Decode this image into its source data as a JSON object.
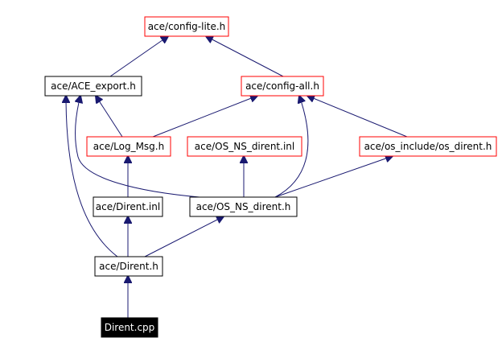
{
  "colors": {
    "edge": "#191970",
    "node_border_default": "#000000",
    "node_border_linked": "#ff0000",
    "node_fill_default": "#ffffff",
    "node_fill_root": "#000000",
    "text_default": "#000000",
    "text_root": "#ffffff"
  },
  "nodes": [
    {
      "id": "config_lite",
      "label": "ace/config-lite.h",
      "style": "linked"
    },
    {
      "id": "ace_export",
      "label": "ace/ACE_export.h",
      "style": "default"
    },
    {
      "id": "config_all",
      "label": "ace/config-all.h",
      "style": "linked"
    },
    {
      "id": "log_msg",
      "label": "ace/Log_Msg.h",
      "style": "linked"
    },
    {
      "id": "os_ns_dirent_inl",
      "label": "ace/OS_NS_dirent.inl",
      "style": "linked"
    },
    {
      "id": "os_dirent",
      "label": "ace/os_include/os_dirent.h",
      "style": "linked"
    },
    {
      "id": "dirent_inl",
      "label": "ace/Dirent.inl",
      "style": "default"
    },
    {
      "id": "os_ns_dirent_h",
      "label": "ace/OS_NS_dirent.h",
      "style": "default"
    },
    {
      "id": "dirent_h",
      "label": "ace/Dirent.h",
      "style": "default"
    },
    {
      "id": "dirent_cpp",
      "label": "Dirent.cpp",
      "style": "root"
    }
  ],
  "edges": [
    {
      "from": "ace_export",
      "to": "config_lite"
    },
    {
      "from": "config_all",
      "to": "config_lite"
    },
    {
      "from": "log_msg",
      "to": "ace_export"
    },
    {
      "from": "log_msg",
      "to": "config_all"
    },
    {
      "from": "os_ns_dirent_h",
      "to": "ace_export"
    },
    {
      "from": "os_ns_dirent_h",
      "to": "config_all"
    },
    {
      "from": "os_dirent",
      "to": "config_all"
    },
    {
      "from": "os_ns_dirent_h",
      "to": "os_ns_dirent_inl"
    },
    {
      "from": "os_ns_dirent_h",
      "to": "os_dirent"
    },
    {
      "from": "dirent_inl",
      "to": "log_msg"
    },
    {
      "from": "dirent_h",
      "to": "dirent_inl"
    },
    {
      "from": "dirent_h",
      "to": "os_ns_dirent_h"
    },
    {
      "from": "dirent_h",
      "to": "ace_export"
    },
    {
      "from": "dirent_cpp",
      "to": "dirent_h"
    }
  ]
}
